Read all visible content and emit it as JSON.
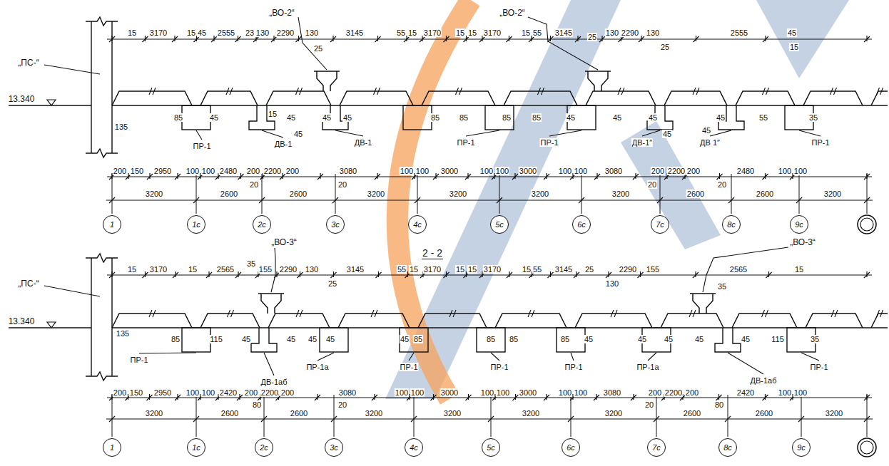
{
  "diagram": {
    "nodes": [
      {
        "text": [
          "1"
        ]
      },
      {
        "text": [
          "1с"
        ]
      },
      {
        "text": [
          "2с"
        ]
      },
      {
        "text": [
          "3с"
        ]
      },
      {
        "text": [
          "4с"
        ]
      },
      {
        "text": [
          "5с"
        ]
      },
      {
        "text": [
          "6с"
        ]
      },
      {
        "text": [
          "7с"
        ]
      },
      {
        "text": [
          "8с"
        ]
      },
      {
        "text": [
          "9с"
        ]
      },
      {
        "text": [
          "1"
        ]
      },
      {
        "text": [
          "1с"
        ]
      },
      {
        "text": [
          "2с"
        ]
      },
      {
        "text": [
          "3с"
        ]
      },
      {
        "text": [
          "4с"
        ]
      },
      {
        "text": [
          "5с"
        ]
      },
      {
        "text": [
          "6с"
        ]
      },
      {
        "text": [
          "7с"
        ]
      },
      {
        "text": [
          "8с"
        ]
      },
      {
        "text": [
          "9с"
        ]
      }
    ],
    "labels": [
      "„ПС-“",
      "13.340",
      "„ВО-2“",
      "„ВО-2“",
      "15",
      "3170",
      "15",
      "45",
      "2555",
      "23",
      "130",
      "2290",
      "130",
      "3145",
      "55",
      "15",
      "3170",
      "15",
      "15",
      "3170",
      "15",
      "55",
      "3145",
      "25",
      "130",
      "2290",
      "130",
      "2555",
      "45",
      "25",
      "25",
      "15",
      "135",
      "85",
      "45",
      "15",
      "45",
      "45",
      "45",
      "45",
      "85",
      "85",
      "85",
      "85",
      "45",
      "45",
      "45",
      "45",
      "45",
      "45",
      "55",
      "35",
      "ПР-1",
      "ДВ-1",
      "ДВ-1",
      "ПР-1",
      "ПР-1",
      "ДВ-1″",
      "ДВ 1″",
      "ПР-1",
      "200",
      "150",
      "2950",
      "100",
      "100",
      "2480",
      "200",
      "2200",
      "200",
      "3080",
      "100",
      "100",
      "3000",
      "100",
      "100",
      "3000",
      "100",
      "100",
      "3080",
      "200",
      "2200",
      "200",
      "2480",
      "100",
      "100",
      "20",
      "20",
      "20",
      "20",
      "3200",
      "2600",
      "2600",
      "3200",
      "3200",
      "3200",
      "3200",
      "2600",
      "2600",
      "3200",
      "„ВО-3“",
      "„ВО-3“",
      "2 - 2",
      "„ПС-“",
      "13.340",
      "15",
      "3170",
      "15",
      "2565",
      "35",
      "155",
      "2290",
      "130",
      "3145",
      "55",
      "15",
      "3170",
      "15",
      "15",
      "3170",
      "15",
      "55",
      "3145",
      "25",
      "2290",
      "155",
      "2565",
      "15",
      "25",
      "130",
      "35",
      "135",
      "85",
      "115",
      "45",
      "45",
      "45",
      "45",
      "45",
      "85",
      "85",
      "85",
      "85",
      "45",
      "45",
      "45",
      "45",
      "45",
      "115",
      "35",
      "ПР-1",
      "ДВ-1аб",
      "ПР-1а",
      "ПР-1",
      "ПР-1",
      "ПР-1",
      "ПР-1а",
      "ДВ-1аб",
      "ПР-1",
      "200",
      "150",
      "2950",
      "100",
      "100",
      "2420",
      "200",
      "2200",
      "200",
      "3080",
      "100",
      "100",
      "3000",
      "100",
      "100",
      "3000",
      "100",
      "100",
      "3080",
      "200",
      "2200",
      "200",
      "2420",
      "100",
      "100",
      "80",
      "20",
      "20",
      "80",
      "3200",
      "2600",
      "2600",
      "3200",
      "3200",
      "3200",
      "3200",
      "2600",
      "2600",
      "3200"
    ]
  }
}
